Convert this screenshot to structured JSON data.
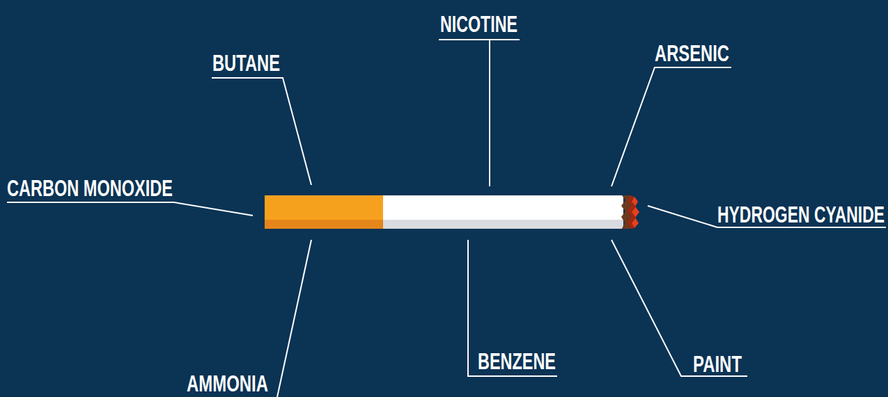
{
  "diagram": {
    "labels": [
      "NICOTINE",
      "BUTANE",
      "ARSENIC",
      "CARBON MONOXIDE",
      "HYDROGEN CYANIDE",
      "AMMONIA",
      "BENZENE",
      "PAINT"
    ]
  }
}
